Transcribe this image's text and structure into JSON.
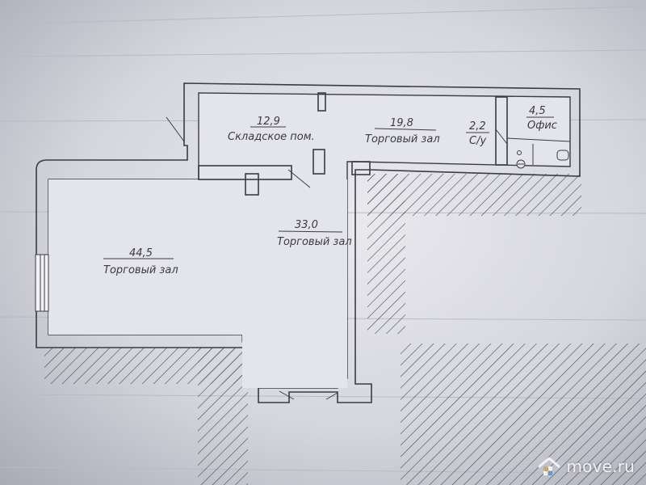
{
  "rooms": [
    {
      "id": "storage",
      "area": "12,9",
      "name": "Складское пом."
    },
    {
      "id": "sales-top",
      "area": "19,8",
      "name": "Торговый зал"
    },
    {
      "id": "wc",
      "area": "2,2",
      "name": "С/у"
    },
    {
      "id": "office",
      "area": "4,5",
      "name": "Офис"
    },
    {
      "id": "sales-center",
      "area": "33,0",
      "name": "Торговый зал"
    },
    {
      "id": "sales-left",
      "area": "44,5",
      "name": "Торговый зал"
    }
  ],
  "watermark": {
    "text": "move.ru",
    "icon": "house-logo-icon",
    "color": "#f2f2f5"
  }
}
